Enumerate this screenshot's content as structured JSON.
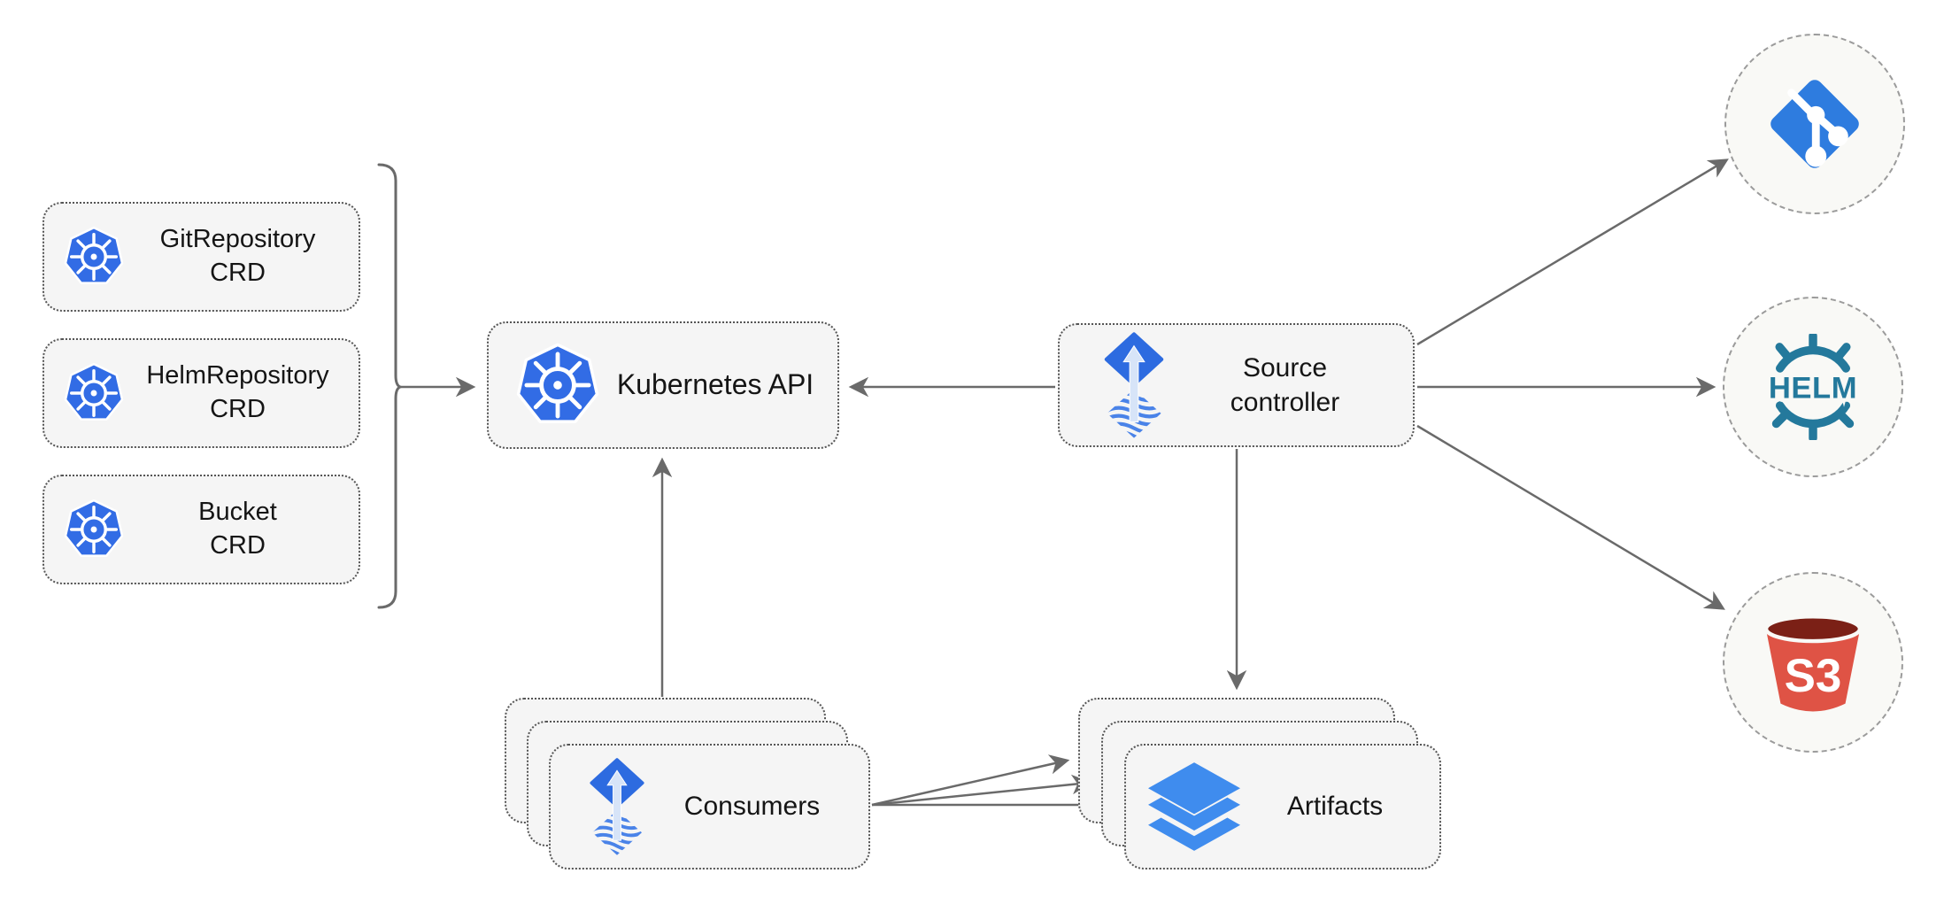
{
  "diagram": {
    "crds": [
      {
        "lines": [
          "GitRepository",
          "CRD"
        ],
        "icon": "kubernetes-icon"
      },
      {
        "lines": [
          "HelmRepository",
          "CRD"
        ],
        "icon": "kubernetes-icon"
      },
      {
        "lines": [
          "Bucket",
          "CRD"
        ],
        "icon": "kubernetes-icon"
      }
    ],
    "kubernetes_api": {
      "label": "Kubernetes API",
      "icon": "kubernetes-icon"
    },
    "source_controller": {
      "lines": [
        "Source",
        "controller"
      ],
      "icon": "flux-icon"
    },
    "consumers": {
      "label": "Consumers",
      "icon": "flux-icon"
    },
    "artifacts": {
      "label": "Artifacts",
      "icon": "layers-icon"
    },
    "external_sources": [
      {
        "name": "git repository",
        "icon": "git-icon"
      },
      {
        "name": "helm repository",
        "icon": "helm-icon",
        "text": "HELM"
      },
      {
        "name": "s3 bucket",
        "icon": "s3-bucket-icon",
        "text": "S3"
      }
    ],
    "colors": {
      "kubernetes_blue": "#326CE5",
      "flux_blue": "#2D6BE0",
      "flux_wave_blue": "#4A83E8",
      "layers_blue": "#3F8CEE",
      "git_blue": "#2E7CDF",
      "helm_teal": "#24799C",
      "s3_red": "#DF5345",
      "s3_dark_red": "#7B2016",
      "node_fill": "#F5F5F5",
      "node_border": "#555555",
      "circle_border": "#9B9B9B",
      "arrow_gray": "#6A6A6A"
    }
  }
}
